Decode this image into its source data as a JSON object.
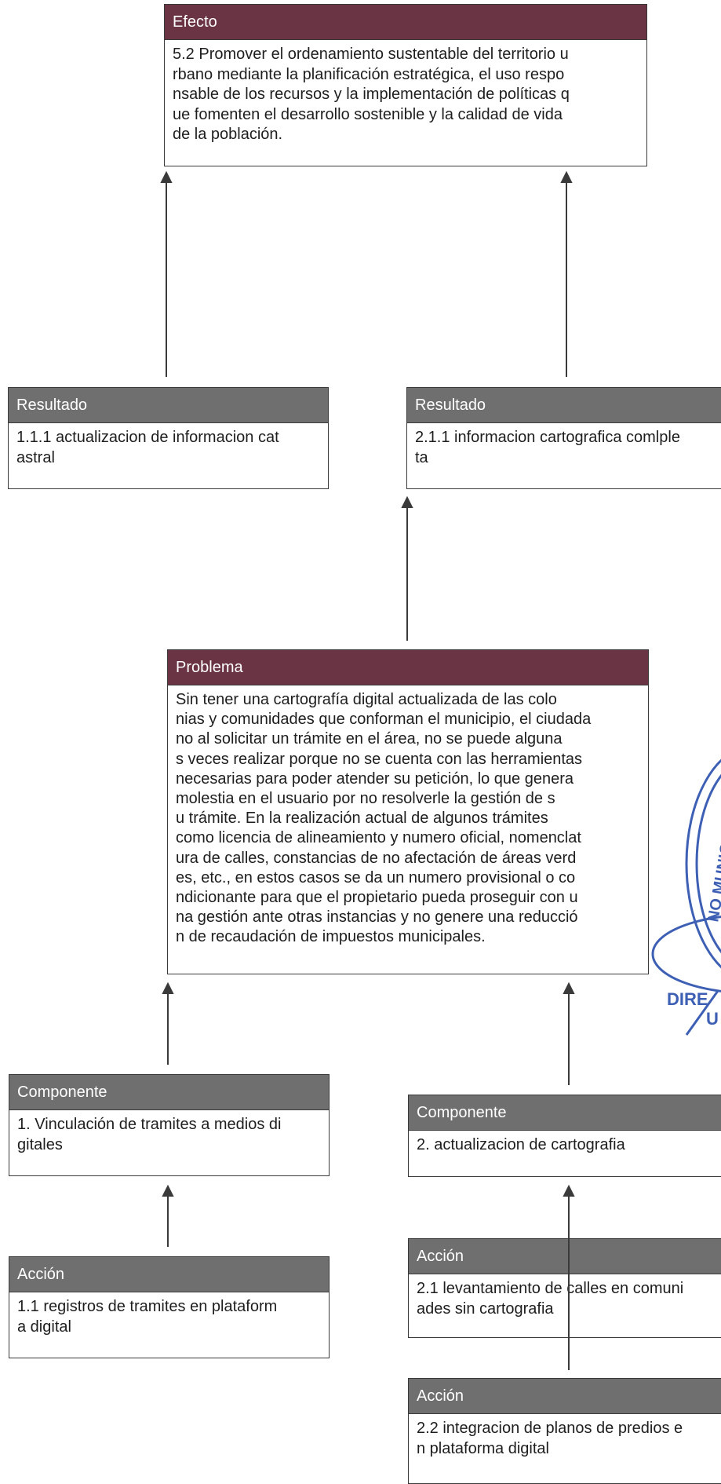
{
  "efecto": {
    "header": "Efecto",
    "text": "5.2 Promover el ordenamiento sustentable del territorio u\nrbano mediante la planificación estratégica, el uso respo\nnsable de los recursos y la implementación de políticas q\nue fomenten el desarrollo sostenible y la calidad de vida\n de la población."
  },
  "resultado_1": {
    "header": "Resultado",
    "text": "1.1.1 actualizacion de informacion cat\nastral"
  },
  "resultado_2": {
    "header": "Resultado",
    "text": "2.1.1 informacion cartografica comlple\nta"
  },
  "problema": {
    "header": "Problema",
    "text": "Sin tener una cartografía digital actualizada de las colo\nnias y comunidades que conforman el municipio, el ciudada\nno al solicitar un trámite en el área, no se puede alguna\ns veces realizar porque no se cuenta con las herramientas\n necesarias para poder atender su petición, lo que genera\n molestia en el usuario por no resolverle la gestión de s\nu trámite.  En la realización actual de algunos trámites\ncomo licencia de alineamiento y numero oficial, nomenclat\nura de calles, constancias de no afectación de áreas verd\nes, etc., en estos casos se da un numero provisional o co\nndicionante para que el propietario pueda proseguir con u\nna gestión ante otras instancias y no genere una reducció\nn de recaudación de impuestos municipales."
  },
  "componente_1": {
    "header": "Componente",
    "text": "1. Vinculación de tramites a medios di\ngitales"
  },
  "componente_2": {
    "header": "Componente",
    "text": "2. actualizacion de cartografia"
  },
  "accion_1_1": {
    "header": "Acción",
    "text": "1.1 registros de tramites en plataform\na digital"
  },
  "accion_2_1": {
    "header": "Acción",
    "text": "2.1 levantamiento de calles en comuni\nades sin cartografia"
  },
  "accion_2_2": {
    "header": "Acción",
    "text": "2.2 integracion de planos de predios e\nn plataforma digital"
  },
  "stamp": {
    "text_top": "NO MUNICIP",
    "text_bottom": "DIRE",
    "text_small": "U",
    "color": "#3d5fb4"
  },
  "colors": {
    "header_dark": "#6a3444",
    "header_gray": "#6f6f6f"
  }
}
